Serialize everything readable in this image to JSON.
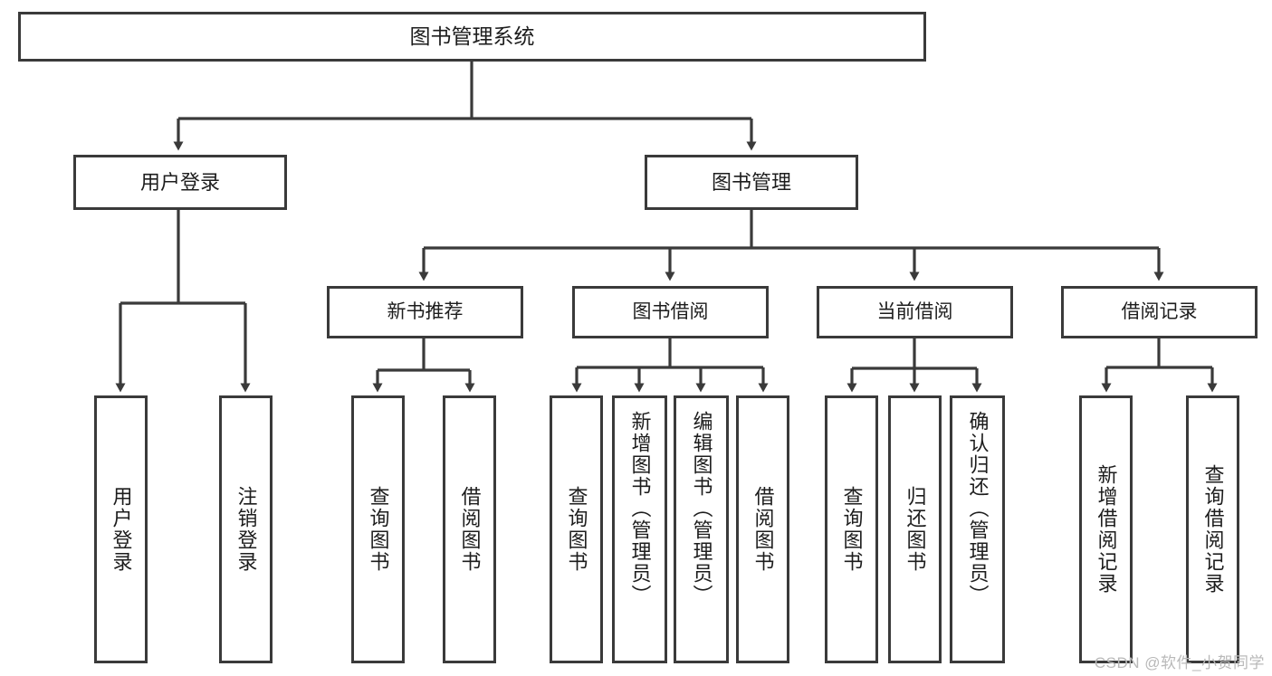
{
  "diagram": {
    "type": "tree-hierarchy-diagram",
    "title": "图书管理系统",
    "line_color": "#3a3a3a",
    "box_fill": "#ffffff",
    "text_color": "#1d1d1d",
    "watermark": "CSDN @软件_小贺同学"
  },
  "nodes": {
    "root": {
      "label": "图书管理系统"
    },
    "level1": [
      {
        "id": "user-login",
        "label": "用户登录"
      },
      {
        "id": "book-management",
        "label": "图书管理"
      }
    ],
    "level2": [
      {
        "id": "new-book-recommend",
        "label": "新书推荐"
      },
      {
        "id": "book-borrow",
        "label": "图书借阅"
      },
      {
        "id": "current-borrow",
        "label": "当前借阅"
      },
      {
        "id": "borrow-record",
        "label": "借阅记录"
      }
    ],
    "leaves": {
      "user_login": [
        {
          "id": "leaf-user-login",
          "label": "用户登录"
        },
        {
          "id": "leaf-logout-login",
          "label": "注销登录"
        }
      ],
      "new_book_recommend": [
        {
          "id": "leaf-query-book-1",
          "label": "查询图书"
        },
        {
          "id": "leaf-borrow-book-1",
          "label": "借阅图书"
        }
      ],
      "book_borrow": [
        {
          "id": "leaf-query-book-2",
          "label": "查询图书"
        },
        {
          "id": "leaf-add-book",
          "label": "新增图书（管理员）"
        },
        {
          "id": "leaf-edit-book",
          "label": "编辑图书（管理员）"
        },
        {
          "id": "leaf-borrow-book-2",
          "label": "借阅图书"
        }
      ],
      "current_borrow": [
        {
          "id": "leaf-query-book-3",
          "label": "查询图书"
        },
        {
          "id": "leaf-return-book",
          "label": "归还图书"
        },
        {
          "id": "leaf-confirm-return",
          "label": "确认归还（管理员）"
        }
      ],
      "borrow_record": [
        {
          "id": "leaf-add-record",
          "label": "新增借阅记录"
        },
        {
          "id": "leaf-query-record",
          "label": "查询借阅记录"
        }
      ]
    }
  }
}
